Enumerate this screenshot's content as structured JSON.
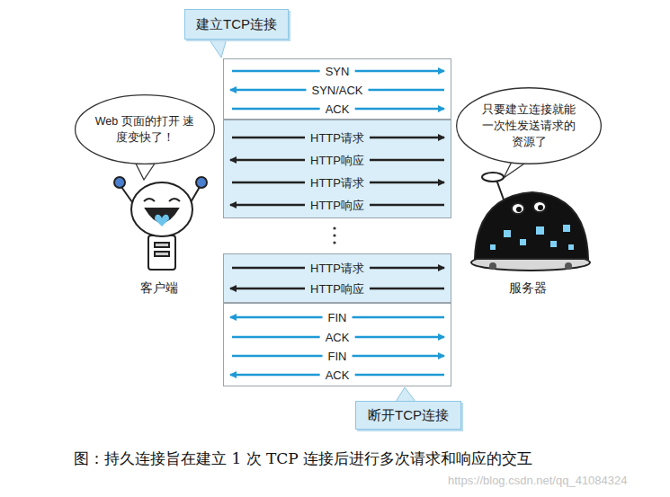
{
  "diagram": {
    "caption": "图：持久连接旨在建立 1 次 TCP 连接后进行多次请求和响应的交互",
    "nodes": [
      {
        "text": [
          "建立TCP连接"
        ]
      },
      {
        "text": [
          "Web 页面的打开 速度变快了！"
        ]
      },
      {
        "text": [
          "只要建立连接就能 一次性发送请求的 资源了"
        ]
      },
      {
        "text": [
          "SYN",
          "SYN/ACK",
          "ACK"
        ]
      },
      {
        "text": [
          "HTTP请求",
          "HTTP响应",
          "HTTP请求",
          "HTTP响应"
        ]
      },
      {
        "text": [
          "HTTP请求",
          "HTTP响应"
        ]
      },
      {
        "text": [
          "FIN",
          "ACK",
          "FIN",
          "ACK"
        ]
      },
      {
        "text": [
          "断开TCP连接"
        ]
      }
    ],
    "labels": [
      "客户端",
      "服务器",
      "https://blog.csdn.net/qq_41084324"
    ]
  }
}
